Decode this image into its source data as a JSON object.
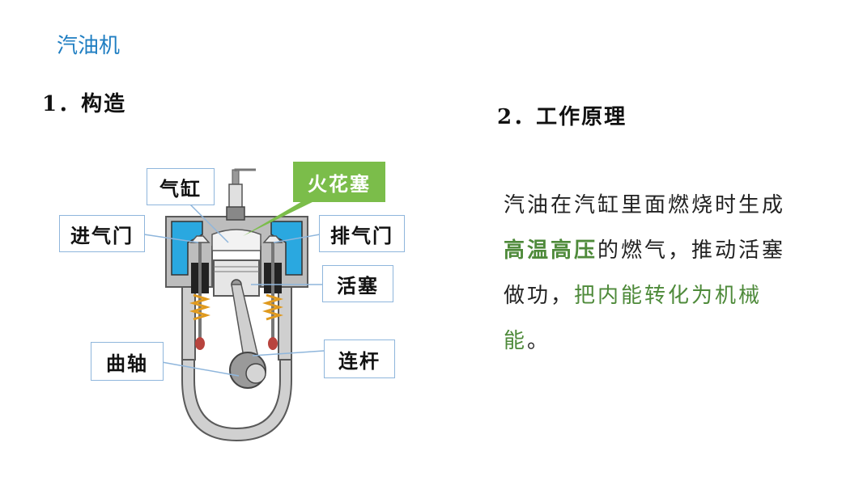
{
  "page": {
    "title": "汽油机",
    "section1": "1．构造",
    "section2": "2．工作原理"
  },
  "principle": {
    "seg1": "汽油在汽缸里面燃烧时生成",
    "seg2": "高温高压",
    "seg3": "的燃气，推动活塞做功，",
    "seg4": "把内能转化为机械能",
    "seg5": "。"
  },
  "labels": {
    "cylinder": "气缸",
    "spark_plug": "火花塞",
    "intake_valve": "进气门",
    "exhaust_valve": "排气门",
    "piston": "活塞",
    "crankshaft": "曲轴",
    "connecting_rod": "连杆"
  },
  "colors": {
    "title": "#1f7ec2",
    "highlight": "#4e8a3a",
    "spark_label_bg": "#7bbd4a",
    "coolant": "#2aa8e0"
  }
}
